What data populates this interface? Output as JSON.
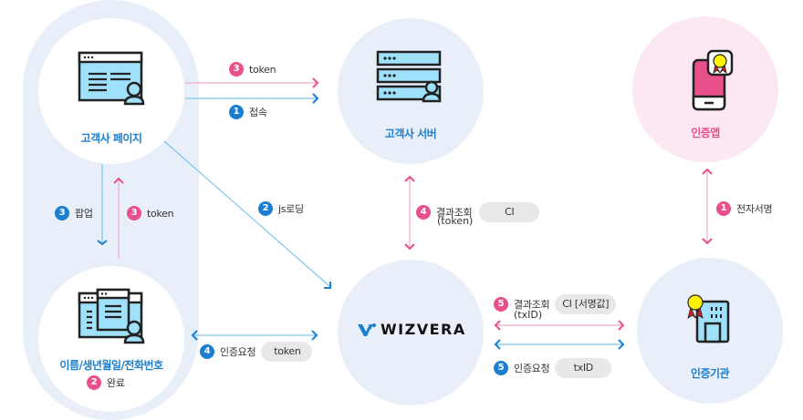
{
  "colors": {
    "blue": "#1b7fd1",
    "pink": "#e8508b",
    "light_blue_line": "#7cc6ee",
    "light_pink_line": "#f4a9c6",
    "node_bg_blue": "#e8eff9",
    "node_bg_pink": "#fbe8f3",
    "chip_bg": "#e7e8ea"
  },
  "nodes": {
    "client_page": {
      "label": "고객사 페이지",
      "icon": "browser-user-icon"
    },
    "client_server": {
      "label": "고객사 서버",
      "icon": "server-user-icon"
    },
    "auth_app": {
      "label": "인증앱",
      "icon": "phone-certificate-icon"
    },
    "input_page": {
      "label": "이름/생년월일/전화번호",
      "icon": "popup-form-user-icon",
      "step_num": "2",
      "step_text": "완료"
    },
    "wizvera": {
      "label": "WIZVERA",
      "icon": "wizvera-logo-icon"
    },
    "cert_authority": {
      "label": "인증기관",
      "icon": "building-certificate-icon"
    }
  },
  "steps": {
    "token_to_server": {
      "num": "3",
      "text": "token"
    },
    "connect": {
      "num": "1",
      "text": "접속"
    },
    "popup": {
      "num": "3",
      "text": "팝업"
    },
    "token_up": {
      "num": "3",
      "text": "token"
    },
    "js_loading": {
      "num": "2",
      "text": "js로딩"
    },
    "result_query_server": {
      "num": "4",
      "text": "결과조회",
      "sub": "(token)",
      "chip": "CI"
    },
    "e_signature": {
      "num": "1",
      "text": "전자서명"
    },
    "auth_request_token": {
      "num": "4",
      "text": "인증요청",
      "chip": "token"
    },
    "result_query_txid": {
      "num": "5",
      "text": "결과조회",
      "sub": "(txID)",
      "chip": "CI [서명값]"
    },
    "auth_request_txid": {
      "num": "5",
      "text": "인증요청",
      "chip": "txID"
    }
  }
}
